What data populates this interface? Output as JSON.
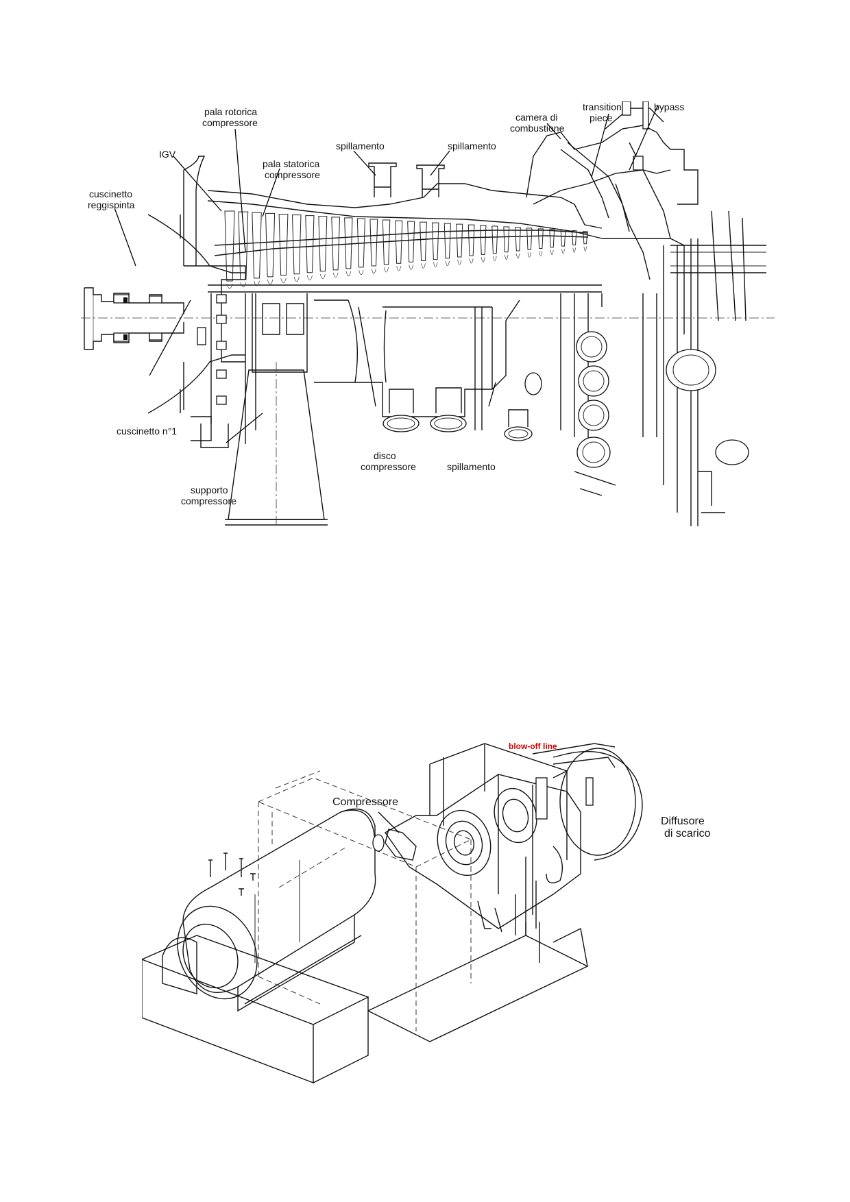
{
  "figure1": {
    "labels": {
      "pala_rotorica": [
        "pala rotorica",
        "compressore"
      ],
      "igv": "IGV",
      "pala_statorica": [
        "pala statorica",
        "compressore"
      ],
      "spillamento_1": "spillamento",
      "spillamento_2": "spillamento",
      "camera": [
        "camera di",
        "combustione"
      ],
      "transition": [
        "transition",
        "piece"
      ],
      "bypass": "bypass",
      "cuscinetto_reggispinta": [
        "cuscinetto",
        "reggispinta"
      ],
      "cuscinetto_n1": "cuscinetto n°1",
      "disco": [
        "disco",
        "compressore"
      ],
      "spillamento_3": "spillamento",
      "supporto": [
        "supporto",
        "compressore"
      ]
    }
  },
  "figure2": {
    "labels": {
      "blowoff": "blow-off line",
      "compressore": "Compressore",
      "diffusore": [
        "Diffusore",
        "di scarico"
      ]
    }
  }
}
